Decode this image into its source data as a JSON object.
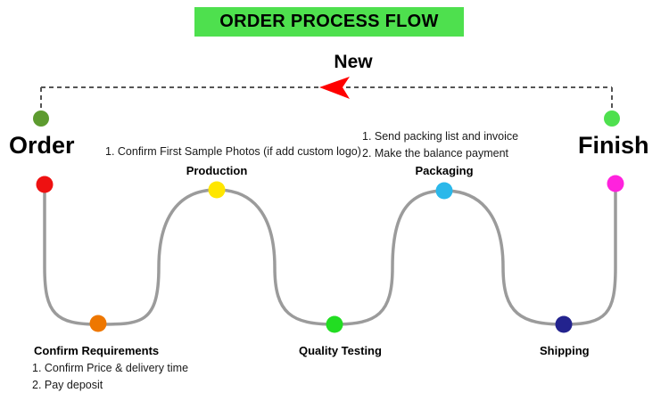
{
  "banner": {
    "title": "ORDER PROCESS FLOW",
    "background": "#4ee04e",
    "text_color": "#000000"
  },
  "return_loop": {
    "label": "New",
    "line_color": "#555555",
    "line_style": "dashed",
    "arrow_color": "#ff0000",
    "arrow_direction": "left",
    "start_label": "Finish",
    "end_label": "Order"
  },
  "endpoints": {
    "order": {
      "label": "Order",
      "dot_color": "#5d9b2f"
    },
    "finish": {
      "label": "Finish",
      "dot_color": "#4ee04e"
    }
  },
  "flow": {
    "curve_color": "#9b9b9b",
    "nodes": [
      {
        "id": "order-start",
        "title": "",
        "dot_color": "#ee1111",
        "position": "top"
      },
      {
        "id": "confirm-requirements",
        "title": "Confirm Requirements",
        "dot_color": "#ee7700",
        "position": "bottom",
        "notes": [
          "1. Confirm Price & delivery time",
          "2. Pay deposit"
        ]
      },
      {
        "id": "production",
        "title": "Production",
        "dot_color": "#ffe600",
        "position": "top",
        "notes": [
          "1. Confirm First Sample Photos (if add custom logo)"
        ]
      },
      {
        "id": "quality-testing",
        "title": "Quality Testing",
        "dot_color": "#22dd22",
        "position": "bottom",
        "notes": []
      },
      {
        "id": "packaging",
        "title": "Packaging",
        "dot_color": "#2bb8ea",
        "position": "top",
        "notes": [
          "1. Send packing list and invoice",
          "2. Make the balance payment"
        ]
      },
      {
        "id": "shipping",
        "title": "Shipping",
        "dot_color": "#23238e",
        "position": "bottom",
        "notes": []
      },
      {
        "id": "finish-end",
        "title": "",
        "dot_color": "#ff22dd",
        "position": "top"
      }
    ]
  },
  "notes": {
    "sample_photos": "1. Confirm First Sample Photos (if add custom logo)",
    "packing_line_1": "1. Send packing list and invoice",
    "packing_line_2": "2. Make the balance payment",
    "requirements_line_1": "1. Confirm Price & delivery time",
    "requirements_line_2": "2. Pay deposit"
  },
  "titles": {
    "production": "Production",
    "packaging": "Packaging",
    "confirm_requirements": "Confirm Requirements",
    "quality_testing": "Quality Testing",
    "shipping": "Shipping"
  }
}
